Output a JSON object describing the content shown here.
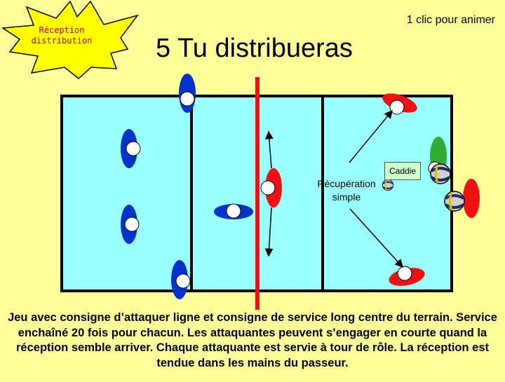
{
  "badge": {
    "line1": "Réception",
    "line2": "distribution"
  },
  "hint": "1 clic pour animer",
  "title": "5 Tu distribueras",
  "labels": {
    "caddie": "Caddie",
    "recup_line1": "Récupération",
    "recup_line2": "simple"
  },
  "caption": "Jeu avec consigne d’attaquer ligne et consigne de service long centre du terrain. Service enchaîné 20 fois pour chacun. Les attaquantes peuvent s’engager en courte quand la réception semble arriver. Chaque attaquante est servie à tour de rôle. La réception est tendue dans les mains du passeur.",
  "colors": {
    "background": "#ffff99",
    "court": "#99ffff",
    "net": "#ee1111",
    "team_blue": "#0033cc",
    "team_red": "#ee1111",
    "badge_text": "#cc0000"
  },
  "icons": [
    "starburst-badge",
    "player-marker",
    "volleyball-ball",
    "arrow"
  ]
}
